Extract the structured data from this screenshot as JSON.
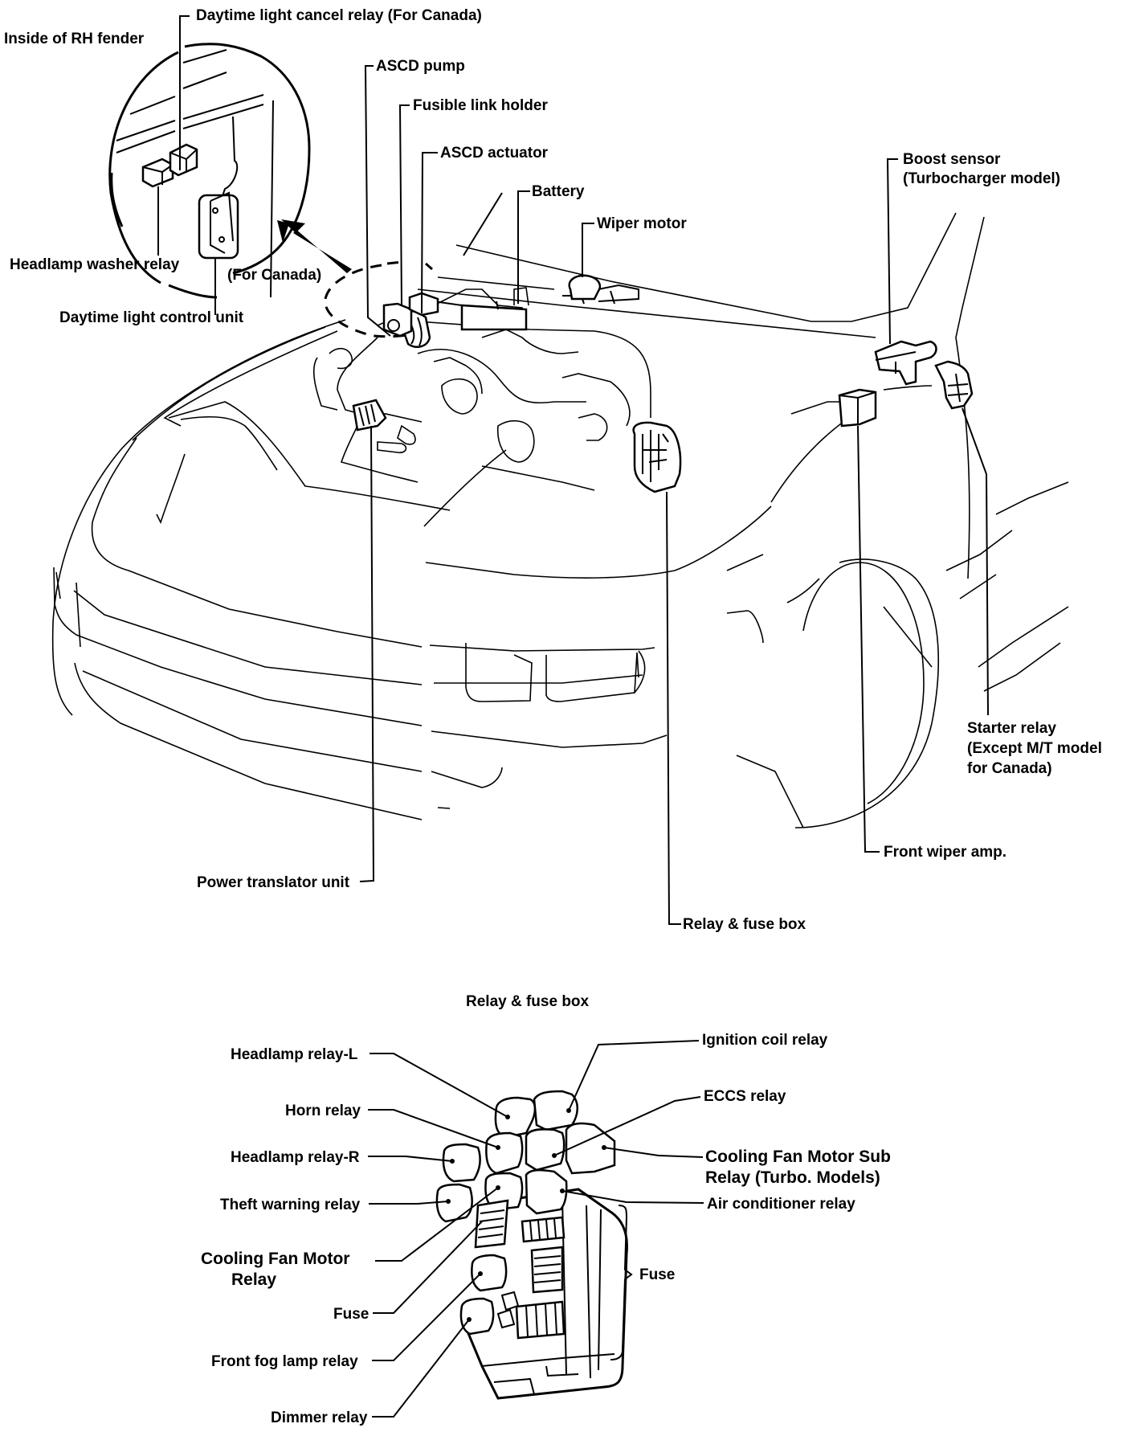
{
  "diagram": {
    "title": "Relay & fuse box",
    "inset": {
      "caption": "Inside of RH fender",
      "region_note": "(For Canada)",
      "labels": {
        "daytime_cancel_relay": "Daytime light cancel relay (For Canada)",
        "headlamp_washer_relay": "Headlamp washer relay",
        "daytime_control_unit": "Daytime light control unit"
      }
    },
    "engine_bay_labels": {
      "ascd_pump": "ASCD pump",
      "fusible_link_holder": "Fusible link holder",
      "ascd_actuator": "ASCD actuator",
      "battery": "Battery",
      "wiper_motor": "Wiper motor",
      "boost_sensor_line1": "Boost sensor",
      "boost_sensor_line2": "(Turbocharger model)",
      "starter_relay_line1": "Starter relay",
      "starter_relay_line2": "(Except M/T model",
      "starter_relay_line3": "for Canada)",
      "front_wiper_amp": "Front wiper amp.",
      "power_transistor_unit": "Power translator unit",
      "relay_fuse_box": "Relay & fuse box"
    },
    "relay_box_labels": {
      "headlamp_relay_l": "Headlamp relay-L",
      "horn_relay": "Horn relay",
      "headlamp_relay_r": "Headlamp relay-R",
      "theft_warning_relay": "Theft warning relay",
      "cooling_fan_relay_line1": "Cooling Fan Motor",
      "cooling_fan_relay_line2": "Relay",
      "fuse_left": "Fuse",
      "front_fog_lamp_relay": "Front fog lamp relay",
      "dimmer_relay": "Dimmer relay",
      "ignition_coil_relay": "Ignition coil relay",
      "eccs_relay": "ECCS relay",
      "cooling_fan_sub_line1": "Cooling Fan Motor Sub",
      "cooling_fan_sub_line2": "Relay (Turbo. Models)",
      "air_conditioner_relay": "Air conditioner relay",
      "fuse_right": "Fuse"
    }
  }
}
